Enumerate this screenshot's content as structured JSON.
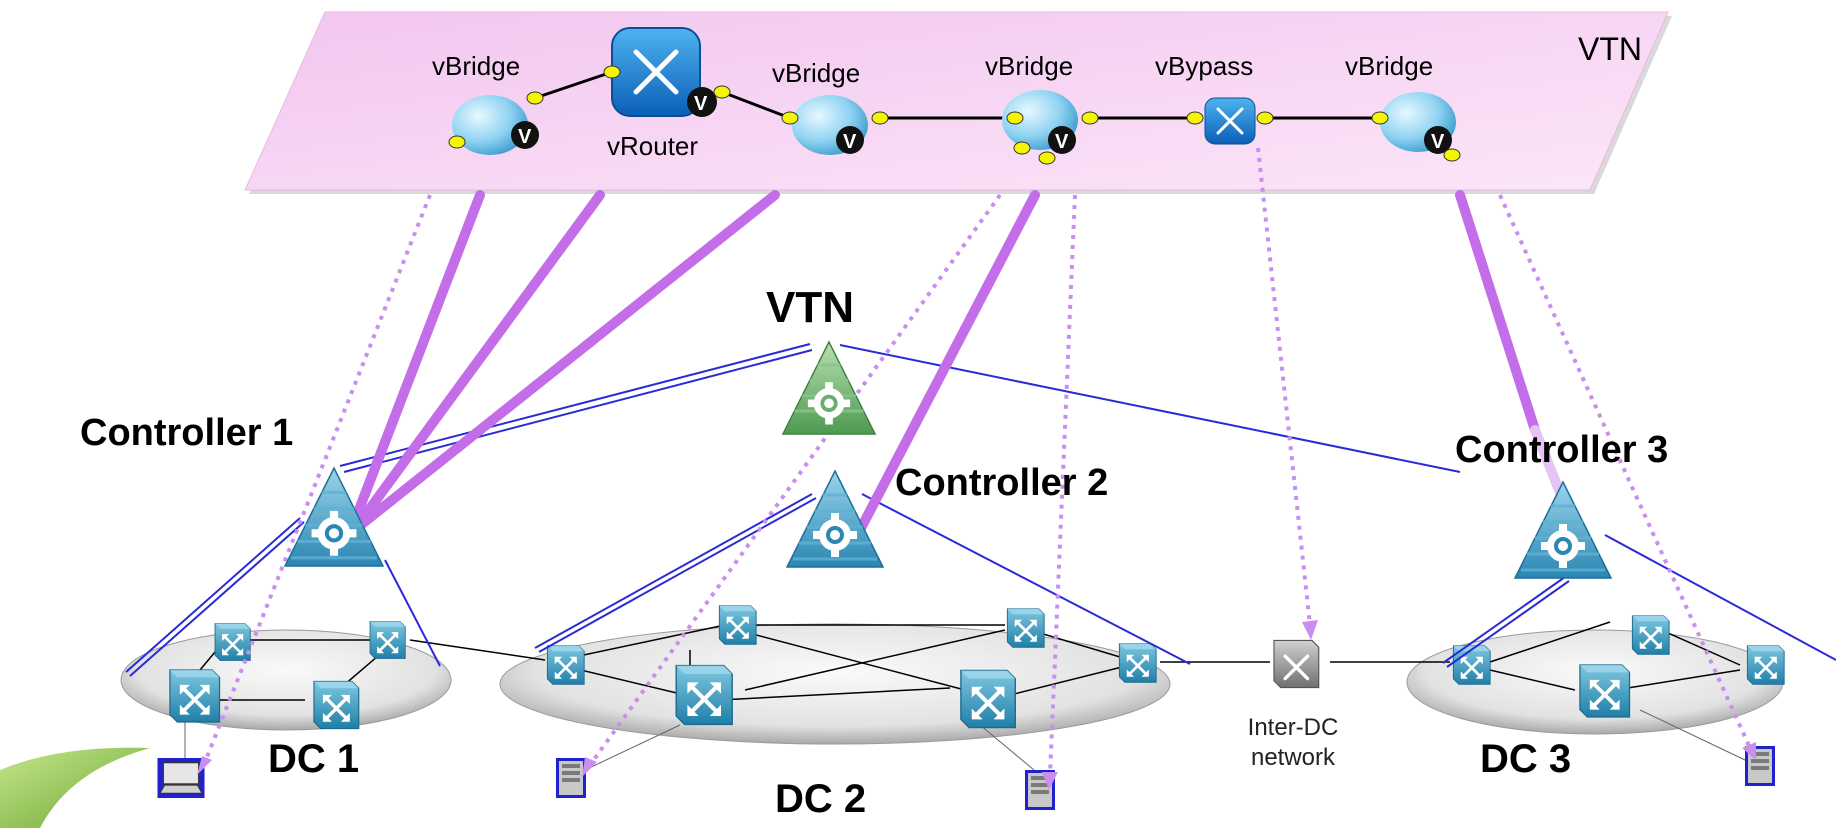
{
  "vtn_plane": {
    "title": "VTN",
    "nodes": {
      "vbridge_1": "vBridge",
      "vrouter": "vRouter",
      "vbridge_2": "vBridge",
      "vbridge_3": "vBridge",
      "vbypass": "vBypass",
      "vbridge_4": "vBridge"
    },
    "badge_letter": "V"
  },
  "manager": {
    "label": "VTN"
  },
  "controllers": {
    "c1": "Controller 1",
    "c2": "Controller 2",
    "c3": "Controller 3"
  },
  "datacenters": {
    "dc1": "DC 1",
    "dc2": "DC 2",
    "dc3": "DC 3"
  },
  "inter_dc": {
    "line1": "Inter-DC",
    "line2": "network"
  },
  "colors": {
    "plane": "#f4cdf0",
    "mapping_line": "#c36ee8",
    "dotted_line": "#c98ef0",
    "control_line": "#2a2ad8",
    "switch": "#3a9cc4",
    "vbridge": "#8fd3f2",
    "port": "#f5f500",
    "green_manager": "#6caf6c"
  },
  "icons": {
    "vbridge": "vbridge-icon",
    "vrouter": "vrouter-icon",
    "vbypass": "vbypass-icon",
    "controller": "controller-pyramid-icon",
    "manager": "vtn-manager-pyramid-icon",
    "switch": "openflow-switch-icon",
    "inter_dc_switch": "gray-switch-icon",
    "server": "server-icon",
    "laptop": "laptop-icon"
  }
}
